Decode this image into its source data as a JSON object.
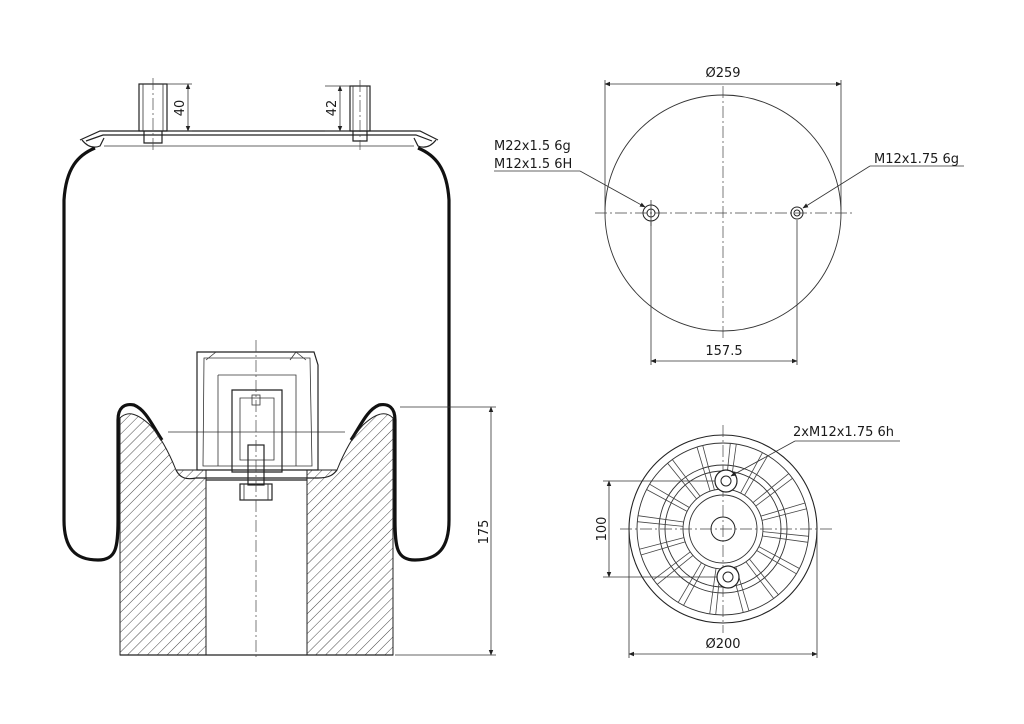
{
  "side_view": {
    "stud_left_dim": "40",
    "stud_right_dim": "42",
    "height_dim": "175"
  },
  "top_view": {
    "diameter_label": "Ø259",
    "thread_left_line1": "M22x1.5 6g",
    "thread_left_line2": "M12x1.5 6H",
    "thread_right": "M12x1.75 6g",
    "spacing_label": "157.5"
  },
  "bottom_view": {
    "thread_label": "2xM12x1.75 6h",
    "spacing_label": "100",
    "diameter_label": "Ø200"
  }
}
